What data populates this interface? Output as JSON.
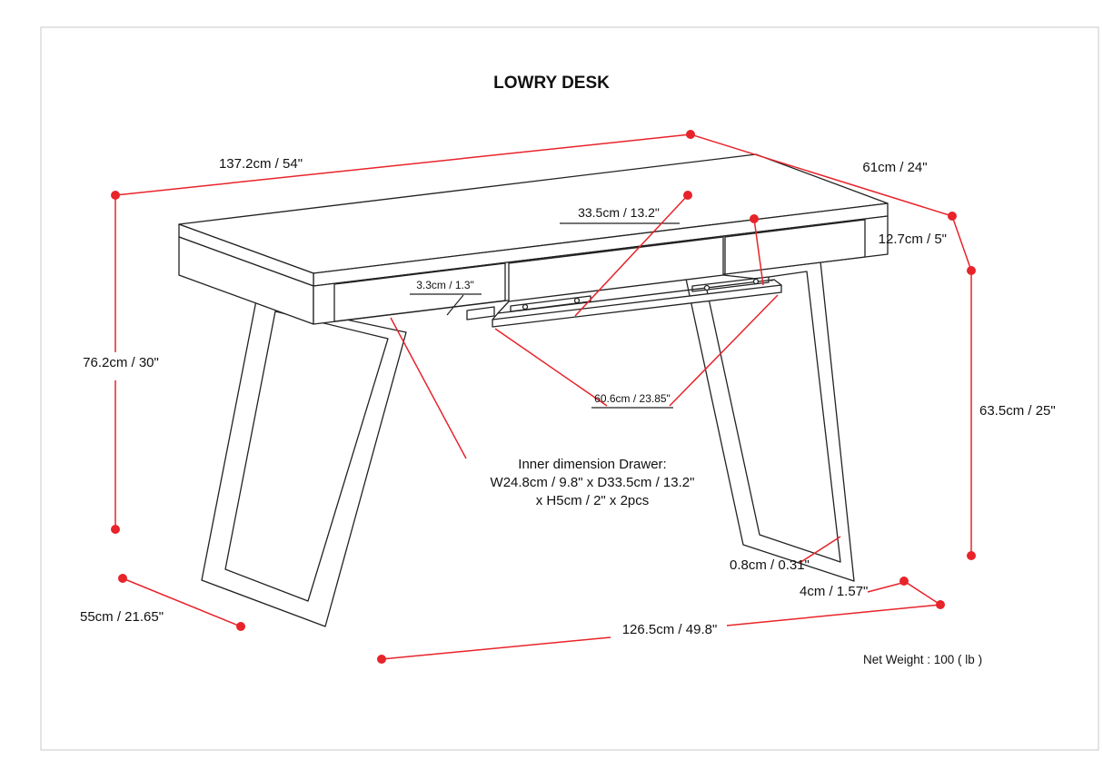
{
  "page": {
    "title": "LOWRY DESK",
    "net_weight": "Net Weight : 100 ( lb )"
  },
  "colors": {
    "dimension_red": "#e8232a",
    "drawing_black": "#222222",
    "border_gray": "#c9c9c9"
  },
  "dims": {
    "desk_width": "137.2cm / 54\"",
    "desk_depth": "61cm / 24\"",
    "tray_depth": "33.5cm / 13.2\"",
    "apron_height": "12.7cm / 5\"",
    "slide_height": "3.3cm / 1.3\"",
    "desk_height": "76.2cm / 30\"",
    "leg_height": "63.5cm / 25\"",
    "tray_width": "60.6cm / 23.85\"",
    "leg_thickness": "0.8cm / 0.31\"",
    "leg_bar_width": "4cm / 1.57\"",
    "leg_base_depth": "55cm / 21.65\"",
    "leg_span": "126.5cm / 49.8\""
  },
  "drawer_note": {
    "line1": "Inner dimension Drawer:",
    "line2": "W24.8cm / 9.8\" x D33.5cm / 13.2\"",
    "line3": "x H5cm / 2\" x 2pcs"
  }
}
